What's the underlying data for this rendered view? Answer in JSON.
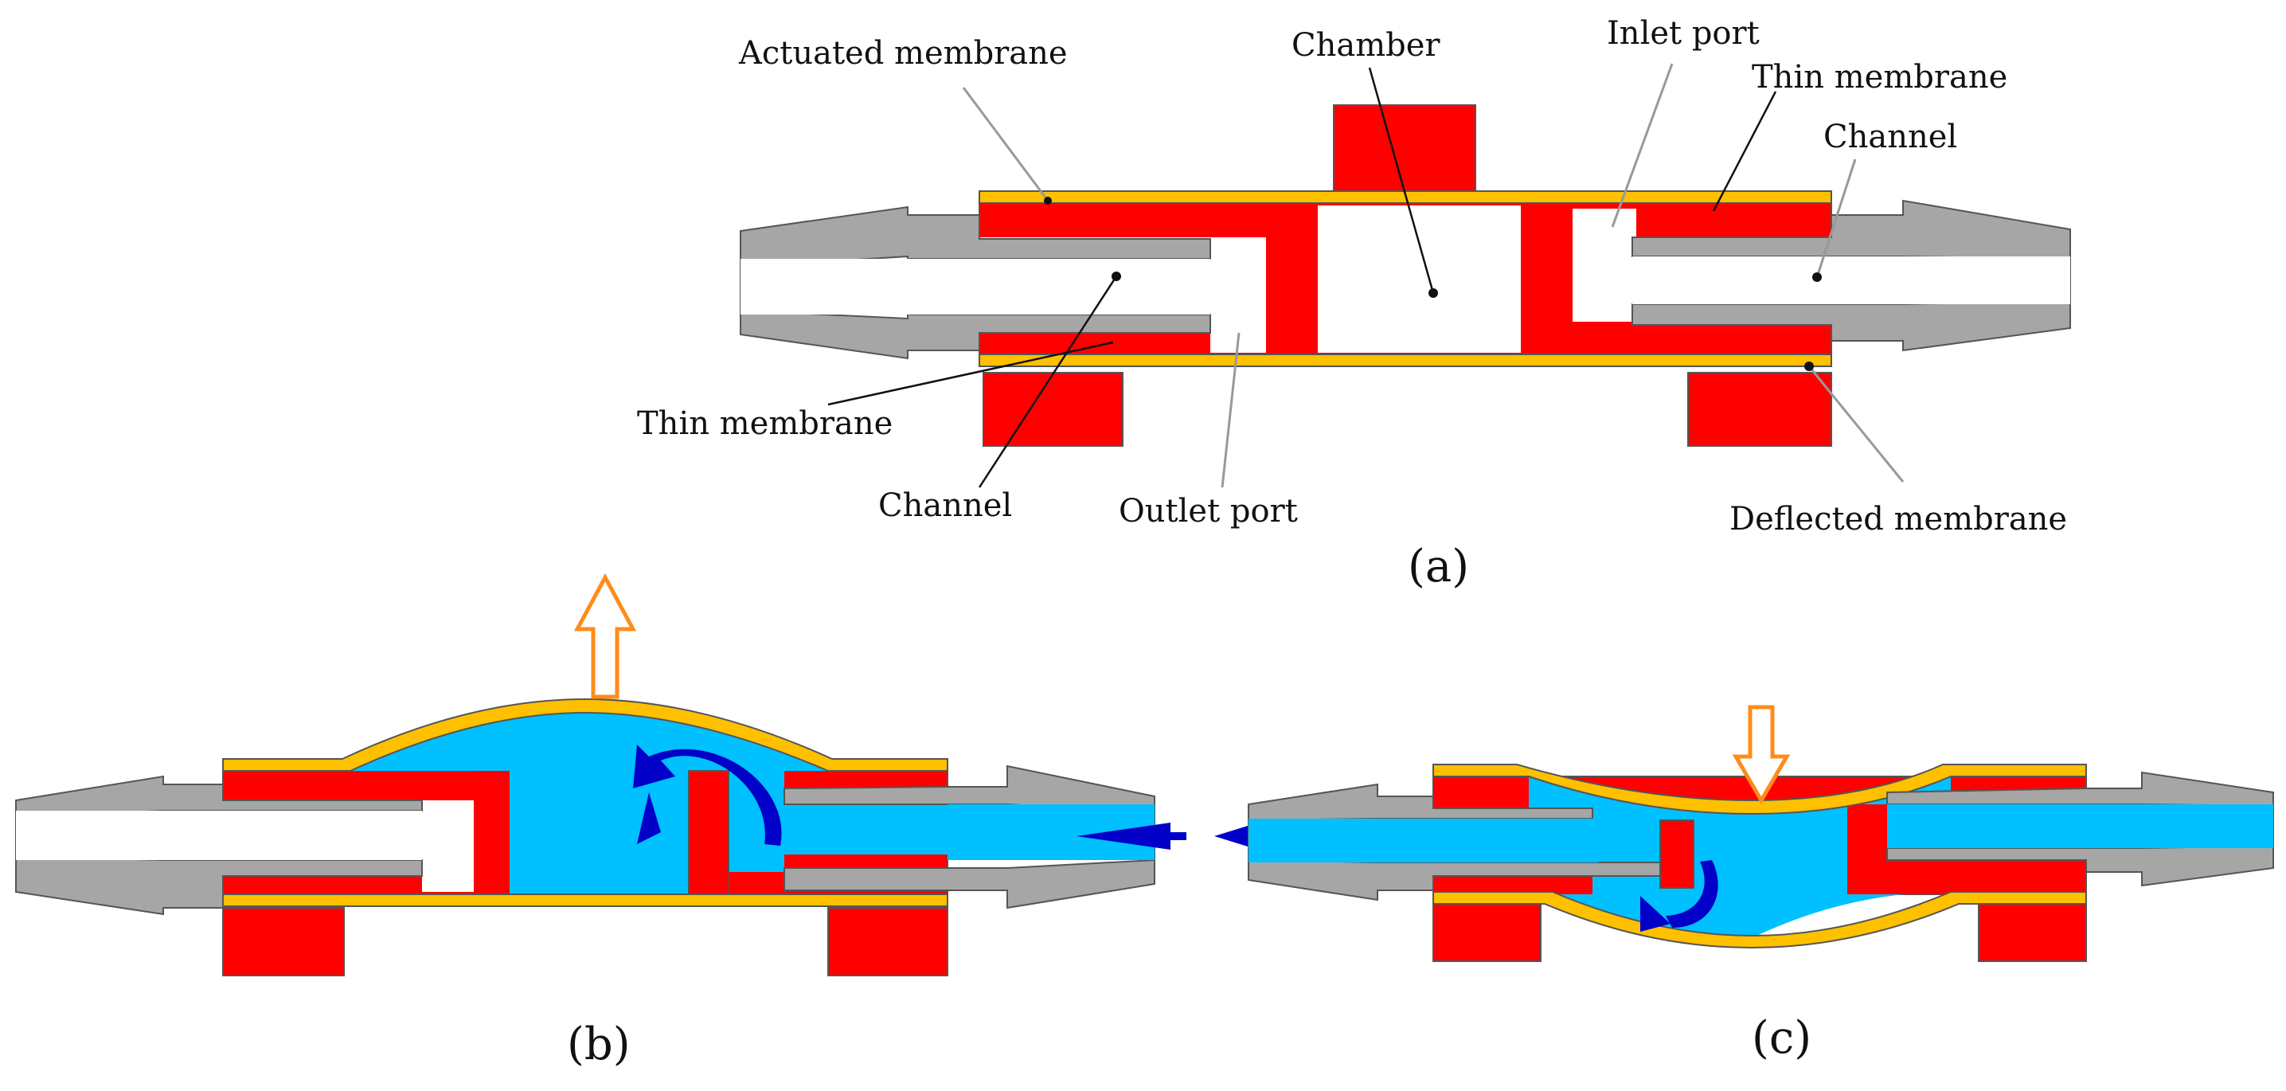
{
  "panel_a": {
    "labels": {
      "actuated_membrane": "Actuated membrane",
      "chamber": "Chamber",
      "inlet_port": "Inlet port",
      "thin_membrane_top": "Thin membrane",
      "channel_right": "Channel",
      "thin_membrane_left": "Thin membrane",
      "channel_left": "Channel",
      "outlet_port": "Outlet port",
      "deflected_membrane": "Deflected membrane"
    },
    "caption": "(a)"
  },
  "panel_b": {
    "caption": "(b)"
  },
  "panel_c": {
    "caption": "(c)"
  },
  "colors": {
    "body": "#ff0000",
    "membrane": "#ffc000",
    "connector": "#a6a6a6",
    "fluid": "#00c0ff",
    "flow_arrow": "#0000c8",
    "force_arrow": "#ff8c1a",
    "leader": "#999999",
    "leader_dark": "#111111"
  }
}
